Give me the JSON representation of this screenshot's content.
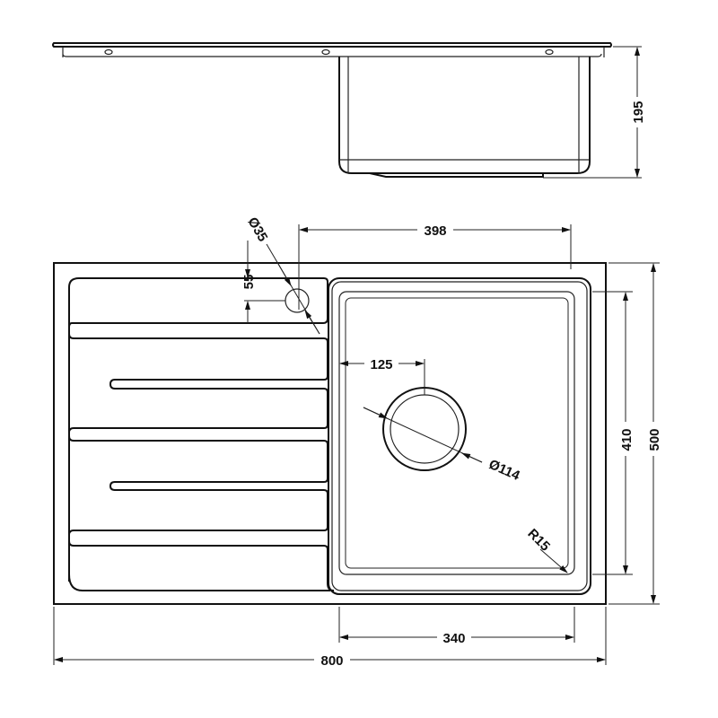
{
  "drawing": {
    "side_view": {
      "height_label": "195"
    },
    "plan_view": {
      "tap_hole_diameter_label": "Ø35",
      "tap_hole_offset_label": "55",
      "bowl_offset_label": "398",
      "drain_offset_label": "125",
      "drain_diameter_label": "Ø114",
      "corner_radius_label": "R15",
      "bowl_depth_label": "410",
      "overall_depth_label": "500",
      "bowl_width_label": "340",
      "overall_width_label": "800"
    },
    "line_color": "#111111",
    "background": "#ffffff"
  }
}
